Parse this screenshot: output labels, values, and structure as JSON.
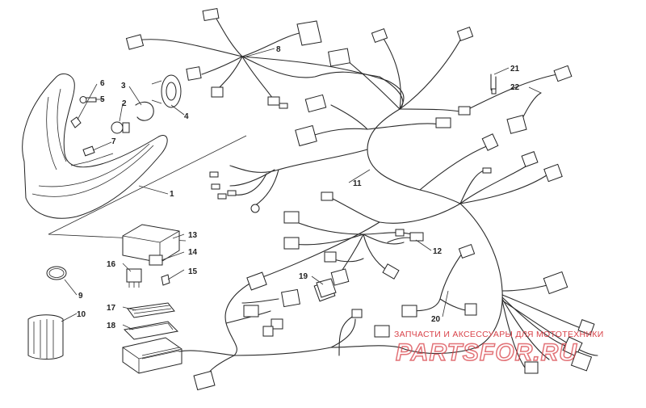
{
  "callouts": {
    "c1": "1",
    "c2": "2",
    "c3": "3",
    "c4": "4",
    "c5": "5",
    "c6": "6",
    "c7": "7",
    "c8": "8",
    "c9": "9",
    "c10": "10",
    "c11": "11",
    "c12": "12",
    "c13": "13",
    "c14": "14",
    "c15": "15",
    "c16": "16",
    "c17": "17",
    "c18": "18",
    "c19": "19",
    "c20": "20",
    "c21": "21",
    "c22": "22"
  },
  "watermark": {
    "tagline": "ЗАПЧАСТИ И АКСЕССУАРЫ ДЛЯ МОТОТЕХНИКИ",
    "brand": "PARTSFOR.RU"
  },
  "colors": {
    "line": "#2a2a2a",
    "watermark": "#d9434a"
  }
}
